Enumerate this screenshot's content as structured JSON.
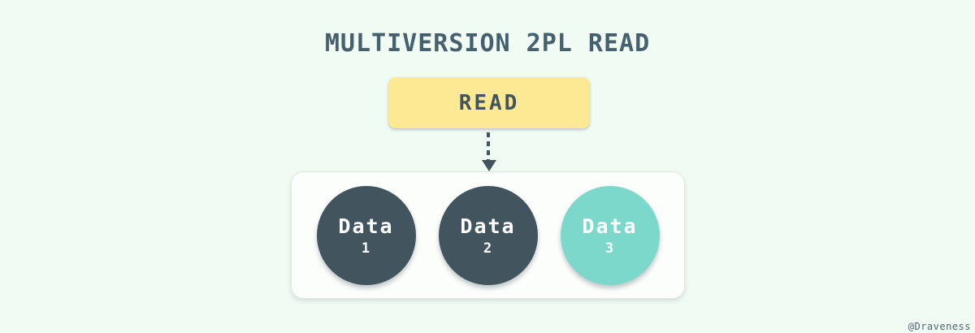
{
  "title": "MULTIVERSION 2PL READ",
  "read_box": {
    "label": "READ"
  },
  "arrow": {
    "direction": "down",
    "style": "dashed"
  },
  "data_store": {
    "items": [
      {
        "label": "Data",
        "number": "1",
        "color": "#42545e",
        "text_color": "#ffffff"
      },
      {
        "label": "Data",
        "number": "2",
        "color": "#42545e",
        "text_color": "#ffffff"
      },
      {
        "label": "Data",
        "number": "3",
        "color": "#7dd8cc",
        "text_color": "#ffffff"
      }
    ]
  },
  "watermark": "@Draveness",
  "colors": {
    "background": "#f0fbf3",
    "title_text": "#47606d",
    "read_box_fill": "#fde993",
    "read_box_text": "#42545e",
    "arrow": "#42545e",
    "container_fill": "#fcfefc",
    "container_border": "#dde8e0",
    "watermark_text": "#51656f"
  }
}
